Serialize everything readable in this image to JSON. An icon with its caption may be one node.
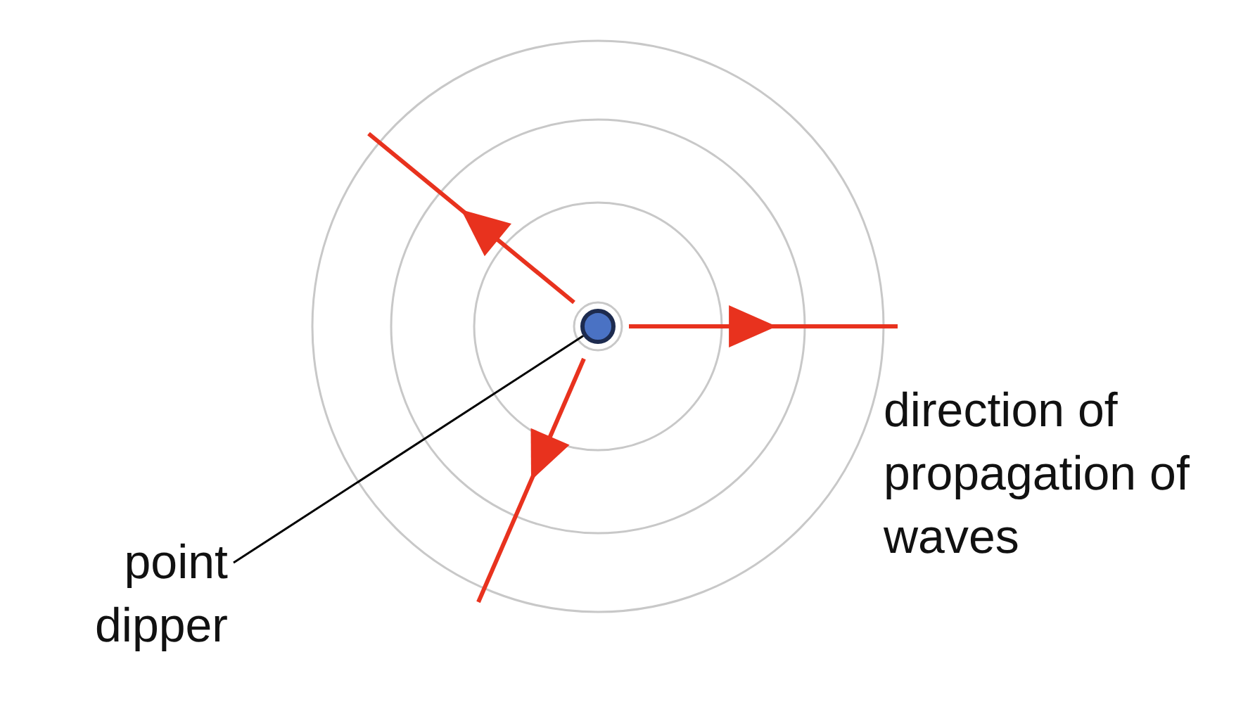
{
  "diagram": {
    "nodes": [
      {
        "text": [
          "point dipper"
        ]
      },
      {
        "text": [],
        "shape": "circle"
      }
    ],
    "edges": [
      {
        "from": 0,
        "to": 1,
        "arrow": "none"
      }
    ],
    "labels": [
      "direction of propagation of waves"
    ]
  }
}
